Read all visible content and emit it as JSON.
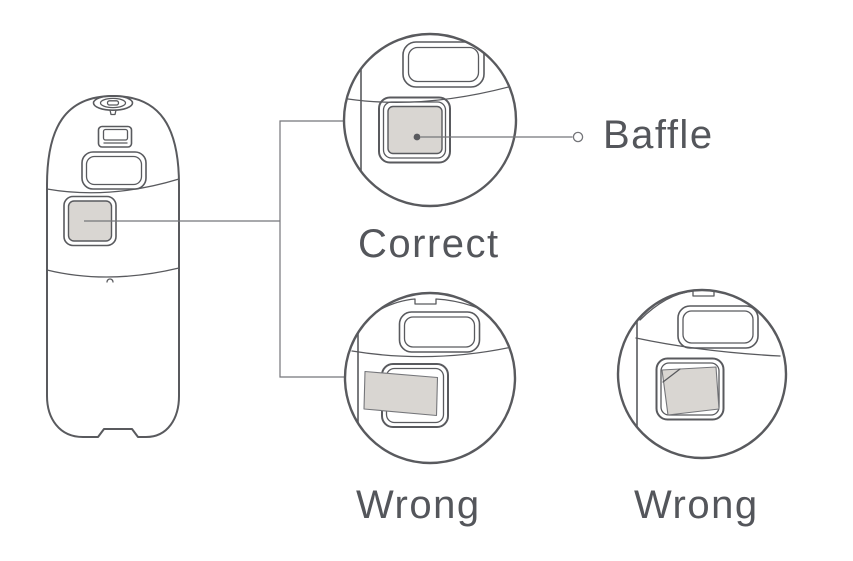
{
  "figure": {
    "type": "baffle-installation-diagram",
    "device": "water-dispenser-outline",
    "callout": {
      "label": "Baffle"
    },
    "views": [
      {
        "name": "correct-installation",
        "caption": "Correct"
      },
      {
        "name": "wrong-installation-protruding",
        "caption": "Wrong"
      },
      {
        "name": "wrong-installation-tilted",
        "caption": "Wrong"
      }
    ]
  },
  "colors": {
    "background": "#ffffff",
    "outline": "#595a5e",
    "line": "#75767a",
    "baffle_fill": "#d9d6d2",
    "text": "#54565b"
  }
}
